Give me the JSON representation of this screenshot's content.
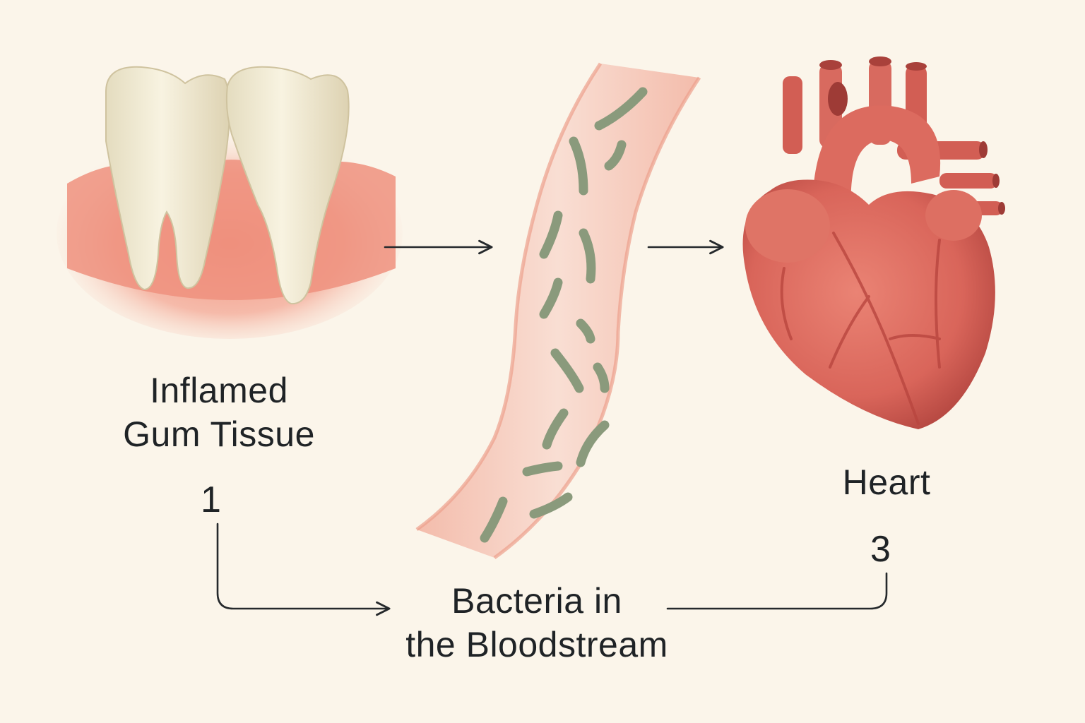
{
  "nodes": {
    "gum": {
      "label_lines": [
        "Inflamed",
        "Gum Tissue"
      ],
      "icon": "teeth-gum-icon"
    },
    "bloodstream": {
      "label_lines": [
        "Bacteria in",
        "the Bloodstream"
      ],
      "icon": "blood-vessel-bacteria-icon"
    },
    "heart": {
      "label_lines": [
        "Heart"
      ],
      "icon": "heart-icon"
    }
  },
  "steps": {
    "first": "1",
    "third": "3"
  },
  "colors": {
    "background": "#fbf5ea",
    "gum": "#ec8a7a",
    "tooth": "#f1ead4",
    "vessel": "#f6cdbf",
    "bacteria": "#8a9a7c",
    "heart": "#d9655a",
    "arrow": "#25292c"
  }
}
